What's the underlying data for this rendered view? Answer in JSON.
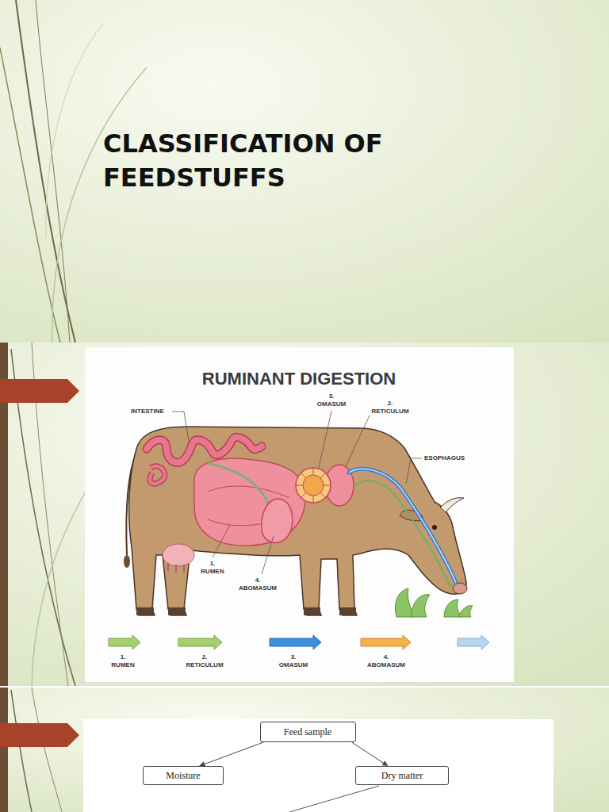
{
  "diagram": {
    "title": "CLASSIFICATION OF FEEDSTUFFS",
    "nodes": [
      {
        "text": [
          "Feed sample"
        ]
      },
      {
        "text": [
          "Moisture"
        ]
      },
      {
        "text": [
          "Dry matter"
        ]
      }
    ],
    "edges": [
      {
        "from": 0,
        "to": 1,
        "arrow": "to"
      },
      {
        "from": 0,
        "to": 2,
        "arrow": "to"
      }
    ],
    "labels": [
      "RUMINANT DIGESTION",
      "INTESTINE",
      "3. OMASUM",
      "2. RETICULUM",
      "ESOPHAGUS",
      "1. RUMEN",
      "4. ABOMASUM",
      "1. RUMEN",
      "2. RETICULUM",
      "3. OMASUM",
      "4. ABOMASUM"
    ]
  }
}
